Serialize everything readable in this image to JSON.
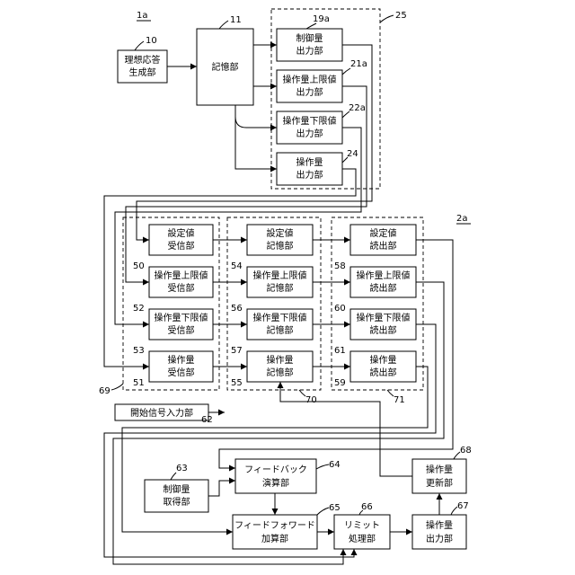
{
  "figure_refs": {
    "system_1a": "1a",
    "device_2a": "2a"
  },
  "blocks": {
    "ideal_response": {
      "num": "10",
      "line1": "理想応答",
      "line2": "生成部"
    },
    "storage": {
      "num": "11",
      "line1": "記憶部"
    },
    "control_output": {
      "num": "19a",
      "line1": "制御量",
      "line2": "出力部"
    },
    "mv_upper_output": {
      "num": "21a",
      "line1": "操作量上限値",
      "line2": "出力部"
    },
    "mv_lower_output": {
      "num": "22a",
      "line1": "操作量下限値",
      "line2": "出力部"
    },
    "mv_output": {
      "num": "24",
      "line1": "操作量",
      "line2": "出力部"
    },
    "setpoint_receive": {
      "num": "50",
      "line1": "設定値",
      "line2": "受信部"
    },
    "mv_upper_receive": {
      "num": "52",
      "line1": "操作量上限値",
      "line2": "受信部"
    },
    "mv_lower_receive": {
      "num": "53",
      "line1": "操作量下限値",
      "line2": "受信部"
    },
    "mv_receive": {
      "num": "51",
      "line1": "操作量",
      "line2": "受信部"
    },
    "setpoint_store": {
      "num": "54",
      "line1": "設定値",
      "line2": "記憶部"
    },
    "mv_upper_store": {
      "num": "56",
      "line1": "操作量上限値",
      "line2": "記憶部"
    },
    "mv_lower_store": {
      "num": "57",
      "line1": "操作量下限値",
      "line2": "記憶部"
    },
    "mv_store": {
      "num": "55",
      "line1": "操作量",
      "line2": "記憶部"
    },
    "setpoint_read": {
      "num": "58",
      "line1": "設定値",
      "line2": "読出部"
    },
    "mv_upper_read": {
      "num": "60",
      "line1": "操作量上限値",
      "line2": "読出部"
    },
    "mv_lower_read": {
      "num": "61",
      "line1": "操作量下限値",
      "line2": "読出部"
    },
    "mv_read": {
      "num": "59",
      "line1": "操作量",
      "line2": "読出部"
    },
    "start_signal": {
      "num": "62",
      "line1": "開始信号入力部"
    },
    "cv_acquire": {
      "num": "63",
      "line1": "制御量",
      "line2": "取得部"
    },
    "feedback_calc": {
      "num": "64",
      "line1": "フィードバック",
      "line2": "演算部"
    },
    "feedforward_add": {
      "num": "65",
      "line1": "フィードフォワード",
      "line2": "加算部"
    },
    "limit_process": {
      "num": "66",
      "line1": "リミット",
      "line2": "処理部"
    },
    "mv_output2": {
      "num": "67",
      "line1": "操作量",
      "line2": "出力部"
    },
    "mv_update": {
      "num": "68",
      "line1": "操作量",
      "line2": "更新部"
    }
  },
  "groups": {
    "g25": "25",
    "g69": "69",
    "g70": "70",
    "g71": "71"
  }
}
